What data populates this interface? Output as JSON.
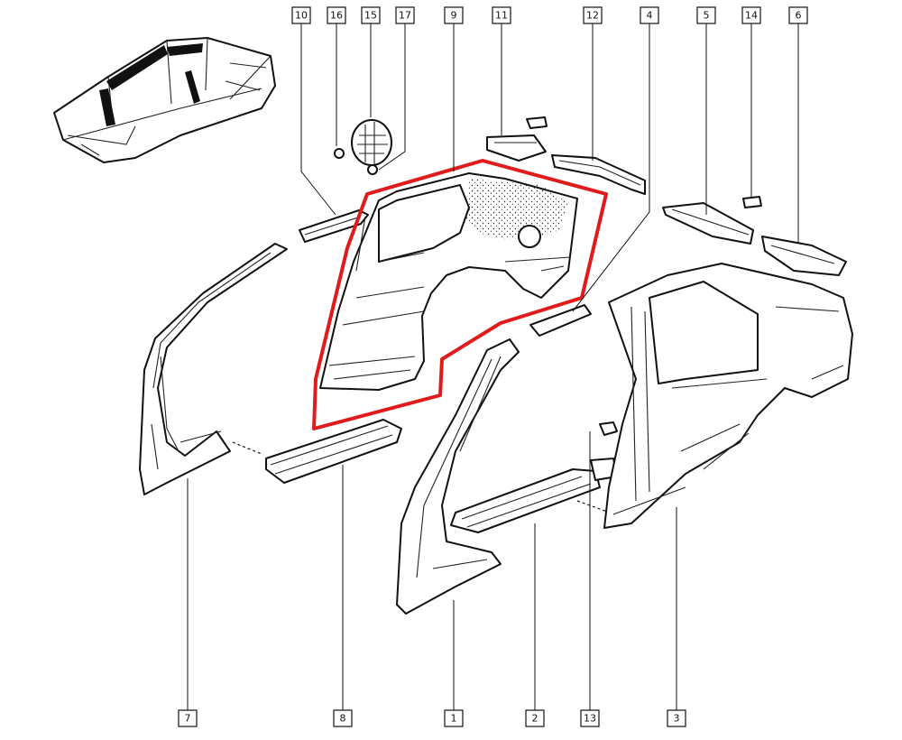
{
  "callouts": {
    "c10": "10",
    "c16": "16",
    "c15": "15",
    "c17": "17",
    "c9": "9",
    "c11": "11",
    "c12": "12",
    "c4": "4",
    "c5": "5",
    "c14": "14",
    "c6": "6",
    "c7": "7",
    "c8": "8",
    "c1": "1",
    "c2": "2",
    "c13": "13",
    "c3": "3"
  },
  "highlight_color": "#e01b1b",
  "highlighted_part": "9"
}
